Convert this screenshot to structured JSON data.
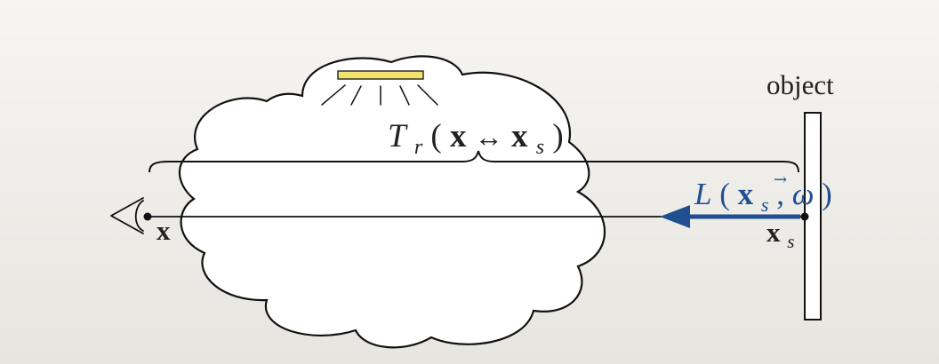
{
  "labels": {
    "object": "object",
    "transmittance": {
      "symbol": "T",
      "sub": "r",
      "open": "(",
      "x": "x",
      "arrow": "↔",
      "xs": "x",
      "xs_sub": "s",
      "close": ")"
    },
    "radiance": {
      "symbol": "L",
      "open": "(",
      "x": "x",
      "x_sub": "s",
      "comma": ", ",
      "omega": "ω",
      "omega_accent": "→",
      "close": ")"
    },
    "eye_point": "x",
    "surface_point": {
      "x": "x",
      "sub": "s"
    }
  },
  "colors": {
    "background_top": "#f6f5f2",
    "background_bottom": "#e7e5df",
    "outline": "#111111",
    "medium_fill": "#ffffff",
    "light_fill": "#f3e26b",
    "radiance": "#1f4f8f"
  },
  "icons": {
    "light_source": "light-rect-icon",
    "eye": "eye-icon",
    "arrow": "arrow-left-icon"
  }
}
